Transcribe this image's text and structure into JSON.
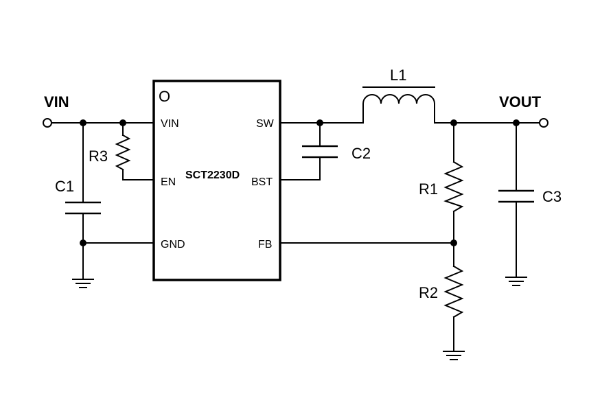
{
  "labels": {
    "vin": "VIN",
    "vout": "VOUT",
    "l1": "L1",
    "c1": "C1",
    "c2": "C2",
    "c3": "C3",
    "r1": "R1",
    "r2": "R2",
    "r3": "R3"
  },
  "ic": {
    "part_number": "SCT2230D",
    "pin1_marker": "O",
    "pins": {
      "vin": "VIN",
      "en": "EN",
      "gnd": "GND",
      "sw": "SW",
      "bst": "BST",
      "fb": "FB"
    }
  }
}
